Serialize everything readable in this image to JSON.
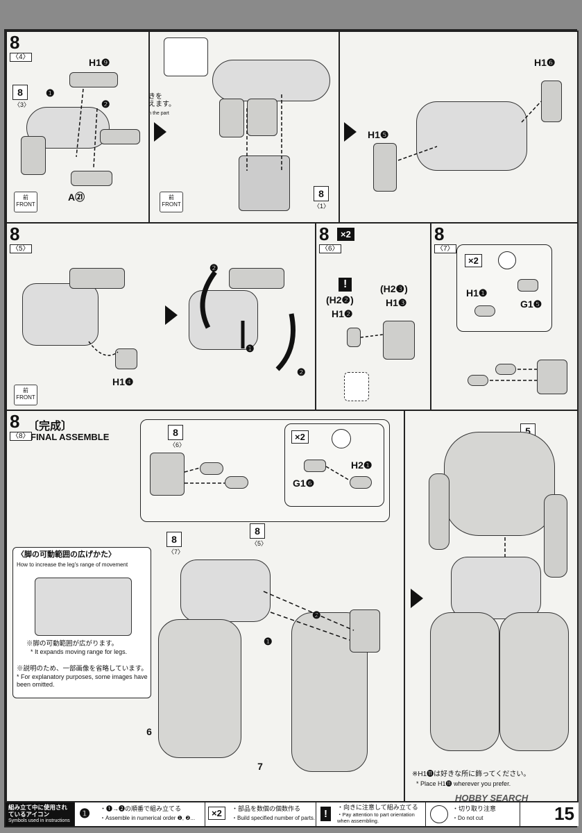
{
  "panels": {
    "p8_4": {
      "step": "8",
      "sub": "〈4〉",
      "ref_step": "8",
      "ref_sub": "〈3〉",
      "part_a": "H1",
      "part_a_num": "❾",
      "part_b": "A",
      "part_b_num": "㉑",
      "num1": "❶",
      "num2": "❷",
      "front": "前",
      "front_en": "FRONT"
    },
    "p8_4b": {
      "turn_jp": "向きを\nかえます。",
      "turn_en": "Turn the part",
      "ref_step": "8",
      "ref_sub": "〈1〉",
      "front": "前",
      "front_en": "FRONT"
    },
    "p8_4c": {
      "part_a": "H1",
      "part_a_num": "❻",
      "part_b": "H1",
      "part_b_num": "❺"
    },
    "p8_5": {
      "step": "8",
      "sub": "〈5〉",
      "part": "H1",
      "part_num": "❹",
      "front": "前",
      "front_en": "FRONT",
      "num1": "❶",
      "num2": "❷"
    },
    "p8_6": {
      "step": "8",
      "sub": "〈6〉",
      "x2": "×2",
      "warn": "!",
      "alt1": "(H2❷)",
      "part1": "H1❷",
      "alt2": "(H2❸)",
      "part2": "H1❸"
    },
    "p8_7": {
      "step": "8",
      "sub": "〈7〉",
      "x2": "×2",
      "part1": "H1❶",
      "part2": "G1❺"
    },
    "p8_8": {
      "step": "8",
      "sub": "〈8〉",
      "title_jp": "〔完成〕",
      "title_en": "FINAL ASSEMBLE",
      "ref6_step": "8",
      "ref6_sub": "〈6〉",
      "x2": "×2",
      "part_g": "G1❻",
      "part_h": "H2❶",
      "ref7_step": "8",
      "ref7_sub": "〈7〉",
      "ref5_step": "8",
      "ref5_sub": "〈5〉",
      "num1": "❶",
      "num2": "❷",
      "label6": "6",
      "label7": "7",
      "label5": "5",
      "leg_title_jp": "〈脚の可動範囲の広げかた〉",
      "leg_title_en": "How to increase the leg's range of movement",
      "note1_jp": "※脚の可動範囲が広がります。",
      "note1_en": "* It expands moving range for legs.",
      "note2_jp": "※説明のため、一部画像を省略しています。",
      "note2_en": "* For explanatory purposes, some images have been omitted.",
      "place_jp": "※H1⓫は好きな所に飾ってください。",
      "place_en": "* Place H1⓫ wherever you prefer."
    }
  },
  "footer": {
    "legend_jp": "組み立て中に使用されているアイコン",
    "legend_en": "Symbols used in instructions",
    "icon1": "❶",
    "icon1_jp": "・❶→❷の順番で組み立てる",
    "icon1_en": "・Assemble in numerical order ❶, ❷...",
    "icon2": "×2",
    "icon2_jp": "・部品を数個の個数作る",
    "icon2_en": "・Build specified number of parts.",
    "icon3": "!",
    "icon3_jp": "・向きに注意して組み立てる",
    "icon3_en": "・Pay attention to part orientation when assembling.",
    "icon4_jp": "・切り取り注意",
    "icon4_en": "・Do not cut",
    "watermark": "HOBBY SEARCH",
    "page": "15"
  }
}
